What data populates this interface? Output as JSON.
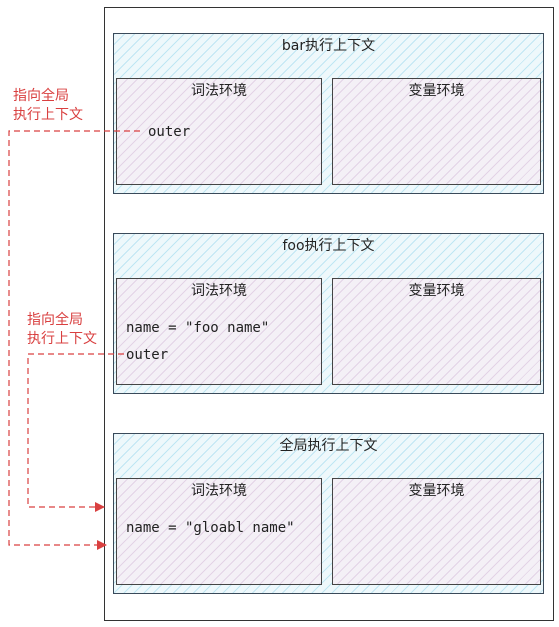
{
  "call_stack": {
    "bar_context": {
      "title": "bar执行上下文",
      "lexical_env": {
        "title": "词法环境",
        "outer": "outer"
      },
      "variable_env": {
        "title": "变量环境"
      }
    },
    "foo_context": {
      "title": "foo执行上下文",
      "lexical_env": {
        "title": "词法环境",
        "entry": "name = \"foo name\"",
        "outer": "outer"
      },
      "variable_env": {
        "title": "变量环境"
      }
    },
    "global_context": {
      "title": "全局执行上下文",
      "lexical_env": {
        "title": "词法环境",
        "entry": "name = \"gloabl name\""
      },
      "variable_env": {
        "title": "变量环境"
      }
    }
  },
  "annotations": {
    "bar_outer_note": [
      "指向全局",
      "执行上下文"
    ],
    "foo_outer_note": [
      "指向全局",
      "执行上下文"
    ]
  },
  "colors": {
    "arrow": "#d94040",
    "context_fill": "#eef8fb",
    "env_fill": "#f4f0f6",
    "border": "#333333"
  }
}
